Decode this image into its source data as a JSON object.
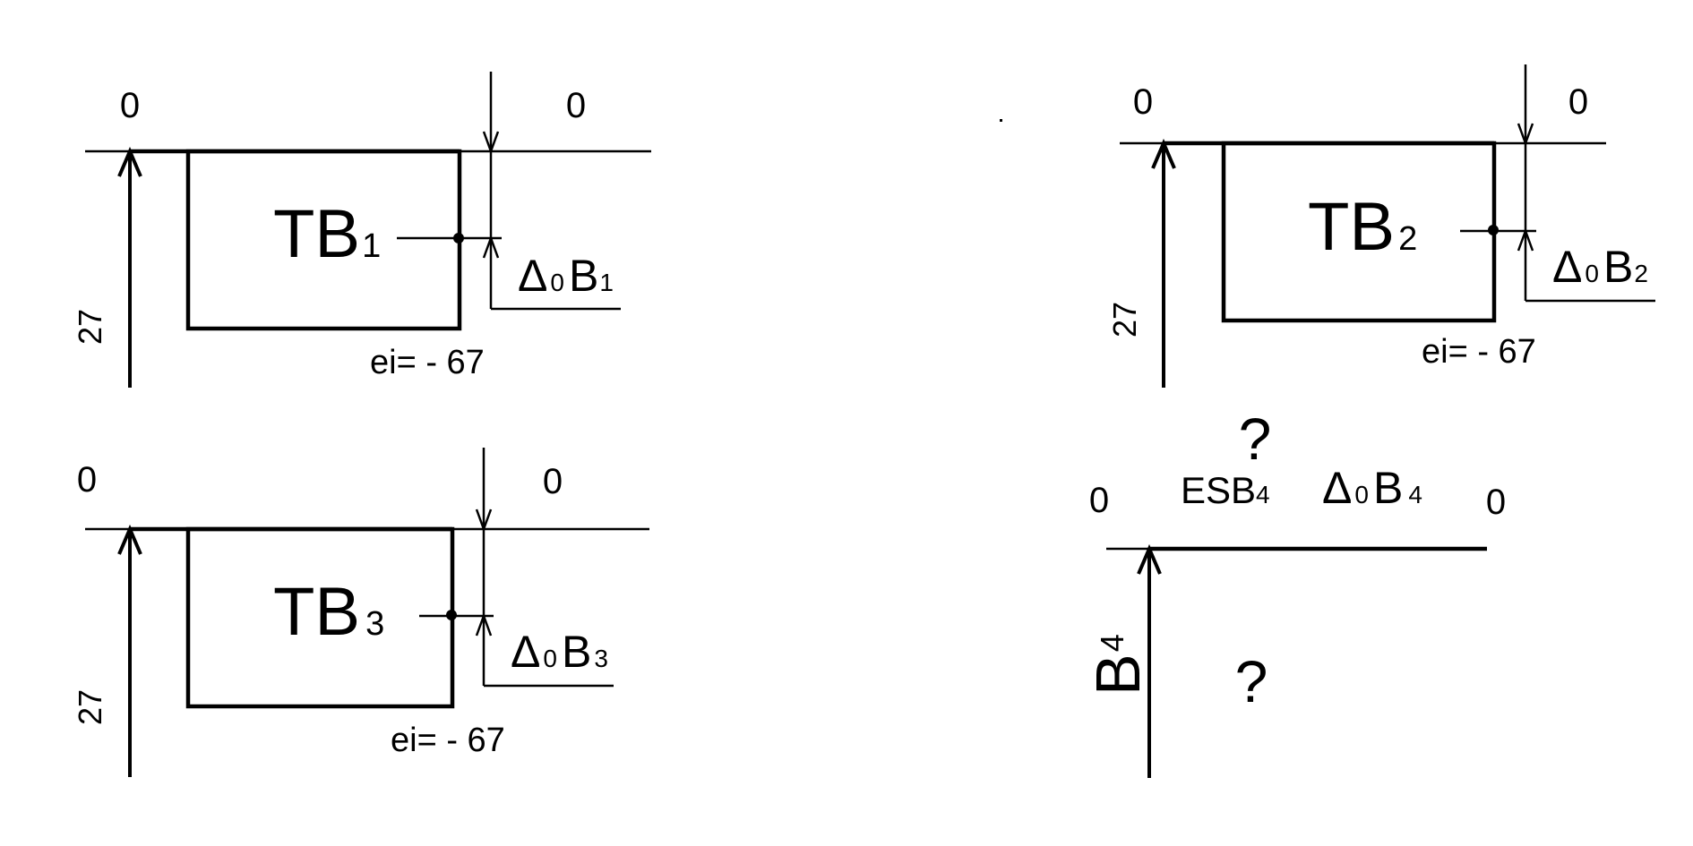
{
  "diagrams": [
    {
      "id": "TB1",
      "label_main": "TB",
      "label_sub": "1",
      "zero_left": "0",
      "zero_right": "0",
      "delta_symbol": "Δ",
      "delta_sub": "0",
      "delta_B": "B",
      "delta_B_sub": "1",
      "height_value": "27",
      "ei_label": "ei= - 67"
    },
    {
      "id": "TB2",
      "label_main": "TB",
      "label_sub": "2",
      "zero_left": "0",
      "zero_right": "0",
      "delta_symbol": "Δ",
      "delta_sub": "0",
      "delta_B": "B",
      "delta_B_sub": "2",
      "height_value": "27",
      "ei_label": "ei= - 67"
    },
    {
      "id": "TB3",
      "label_main": "TB",
      "label_sub": "3",
      "zero_left": "0",
      "zero_right": "0",
      "delta_symbol": "Δ",
      "delta_sub": "0",
      "delta_B": "B",
      "delta_B_sub": "3",
      "height_value": "27",
      "ei_label": "ei= - 67"
    }
  ],
  "diagram4": {
    "zero_left": "0",
    "zero_right": "0",
    "es_main": "ESB",
    "es_sub": "4",
    "delta_symbol": "Δ",
    "delta_sub": "0",
    "delta_B": "B",
    "delta_B_sub": "4",
    "question_top": "?",
    "question_bottom": "?",
    "axis_label_main": "B",
    "axis_label_sub": "4"
  }
}
